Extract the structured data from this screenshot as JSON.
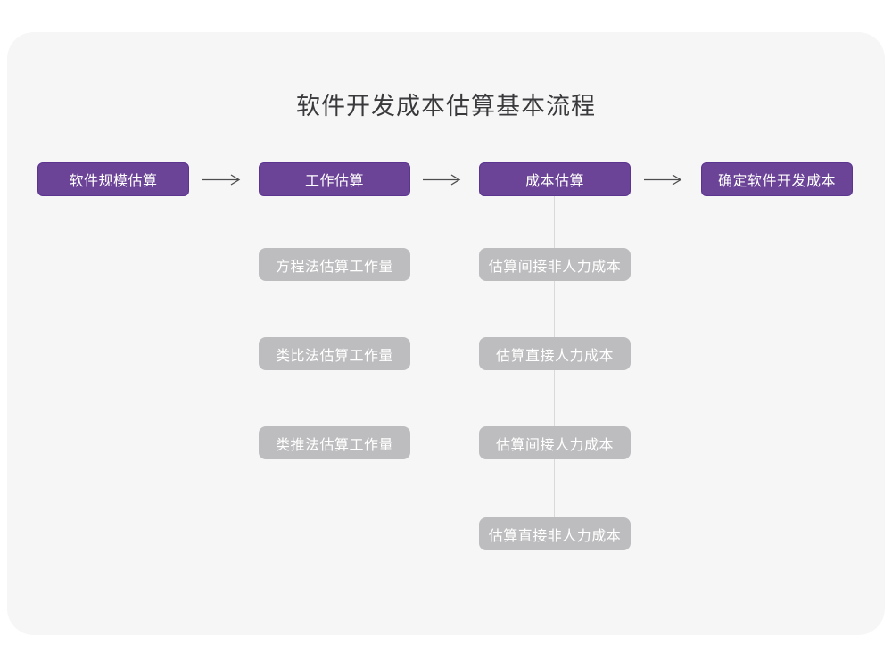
{
  "title": "软件开发成本估算基本流程",
  "colors": {
    "page_bg": "#FFFFFF",
    "card_bg": "#F6F6F7",
    "stage_bg": "#6B4397",
    "stage_border": "#5C3590",
    "stage_text": "#FFFFFF",
    "sub_bg": "#BDBDBF",
    "sub_text": "#FFFFFF",
    "connector": "#D9D9D9",
    "arrow": "#4D4D4D",
    "title_text": "#3A3A3C"
  },
  "flow": {
    "stages": [
      {
        "label": "软件规模估算",
        "substeps": []
      },
      {
        "label": "工作估算",
        "substeps": [
          "方程法估算工作量",
          "类比法估算工作量",
          "类推法估算工作量"
        ]
      },
      {
        "label": "成本估算",
        "substeps": [
          "估算间接非人力成本",
          "估算直接人力成本",
          "估算间接人力成本",
          "估算直接非人力成本"
        ]
      },
      {
        "label": "确定软件开发成本",
        "substeps": []
      }
    ]
  }
}
